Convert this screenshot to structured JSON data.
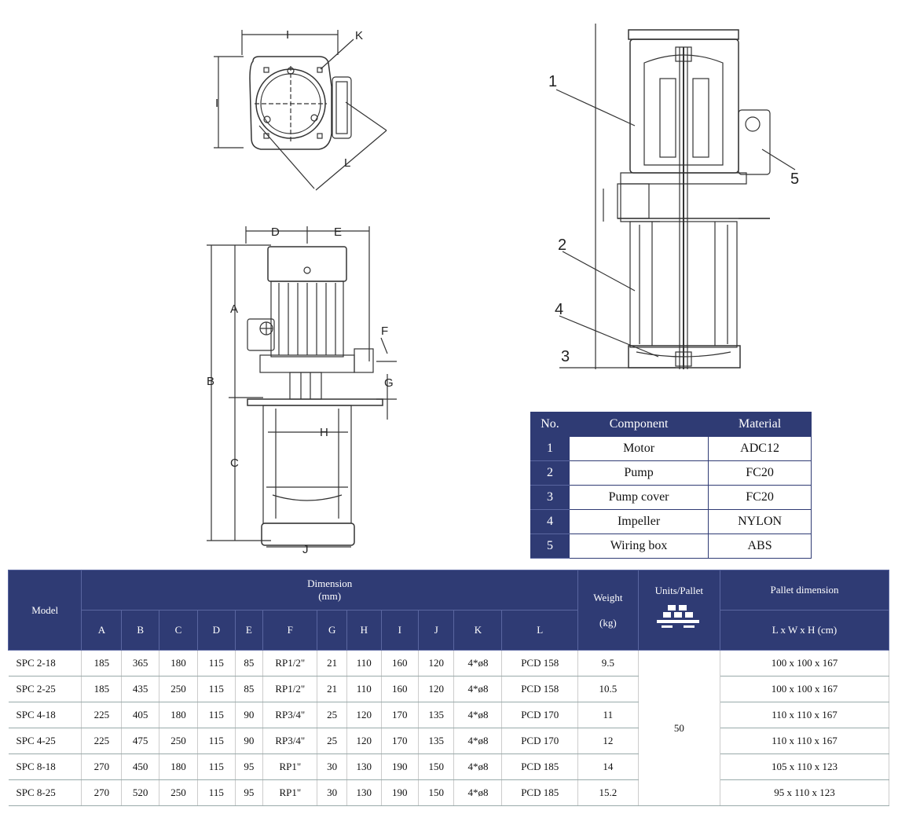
{
  "drawing_labels": {
    "top_view": {
      "I_top": "I",
      "I_side": "I",
      "K": "K",
      "L": "L"
    },
    "front_view": {
      "D": "D",
      "E": "E",
      "A": "A",
      "B": "B",
      "C": "C",
      "F": "F",
      "G": "G",
      "H": "H",
      "J": "J"
    },
    "section_view": {
      "n1": "1",
      "n2": "2",
      "n3": "3",
      "n4": "4",
      "n5": "5"
    }
  },
  "components": {
    "headers": [
      "No.",
      "Component",
      "Material"
    ],
    "rows": [
      {
        "no": "1",
        "component": "Motor",
        "material": "ADC12"
      },
      {
        "no": "2",
        "component": "Pump",
        "material": "FC20"
      },
      {
        "no": "3",
        "component": "Pump cover",
        "material": "FC20"
      },
      {
        "no": "4",
        "component": "Impeller",
        "material": "NYLON"
      },
      {
        "no": "5",
        "component": "Wiring box",
        "material": "ABS"
      }
    ]
  },
  "dimensions": {
    "model_header": "Model",
    "dimension_header": "Dimension",
    "dimension_unit": "(mm)",
    "weight_header": "Weight",
    "weight_unit": "(kg)",
    "units_pallet_header": "Units/Pallet",
    "pallet_dim_header": "Pallet dimension",
    "pallet_dim_sub": "L x W x H (cm)",
    "columns": [
      "A",
      "B",
      "C",
      "D",
      "E",
      "F",
      "G",
      "H",
      "I",
      "J",
      "K",
      "L"
    ],
    "units_per_pallet": "50",
    "rows": [
      {
        "model": "SPC 2-18",
        "A": "185",
        "B": "365",
        "C": "180",
        "D": "115",
        "E": "85",
        "F": "RP1/2\"",
        "G": "21",
        "H": "110",
        "I": "160",
        "J": "120",
        "K": "4*ø8",
        "L": "PCD 158",
        "weight": "9.5",
        "pallet": "100 x 100 x 167"
      },
      {
        "model": "SPC 2-25",
        "A": "185",
        "B": "435",
        "C": "250",
        "D": "115",
        "E": "85",
        "F": "RP1/2\"",
        "G": "21",
        "H": "110",
        "I": "160",
        "J": "120",
        "K": "4*ø8",
        "L": "PCD 158",
        "weight": "10.5",
        "pallet": "100 x 100 x 167"
      },
      {
        "model": "SPC 4-18",
        "A": "225",
        "B": "405",
        "C": "180",
        "D": "115",
        "E": "90",
        "F": "RP3/4\"",
        "G": "25",
        "H": "120",
        "I": "170",
        "J": "135",
        "K": "4*ø8",
        "L": "PCD 170",
        "weight": "11",
        "pallet": "110 x 110 x 167"
      },
      {
        "model": "SPC 4-25",
        "A": "225",
        "B": "475",
        "C": "250",
        "D": "115",
        "E": "90",
        "F": "RP3/4\"",
        "G": "25",
        "H": "120",
        "I": "170",
        "J": "135",
        "K": "4*ø8",
        "L": "PCD 170",
        "weight": "12",
        "pallet": "110 x 110 x 167"
      },
      {
        "model": "SPC 8-18",
        "A": "270",
        "B": "450",
        "C": "180",
        "D": "115",
        "E": "95",
        "F": "RP1\"",
        "G": "30",
        "H": "130",
        "I": "190",
        "J": "150",
        "K": "4*ø8",
        "L": "PCD 185",
        "weight": "14",
        "pallet": "105 x 110 x 123"
      },
      {
        "model": "SPC 8-25",
        "A": "270",
        "B": "520",
        "C": "250",
        "D": "115",
        "E": "95",
        "F": "RP1\"",
        "G": "30",
        "H": "130",
        "I": "190",
        "J": "150",
        "K": "4*ø8",
        "L": "PCD 185",
        "weight": "15.2",
        "pallet": "95 x 110 x 123"
      }
    ]
  },
  "colors": {
    "header_bg": "#2f3b74",
    "header_text": "#ffffff",
    "line": "#333333"
  }
}
